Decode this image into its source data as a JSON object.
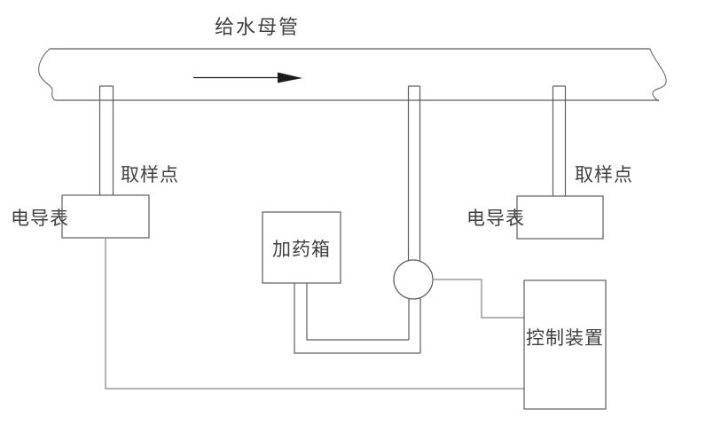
{
  "diagram": {
    "type": "piping-and-control-schematic",
    "labels": {
      "main_pipe": "给水母管",
      "sampling_point_left": "取样点",
      "conductivity_meter_left": "电导表",
      "dosing_tank": "加药箱",
      "conductivity_meter_right": "电导表",
      "sampling_point_right": "取样点",
      "control_device": "控制装置"
    },
    "icons": {
      "flow_arrow": "right-pointing flow direction arrow",
      "pipe_break_left": "break squiggle",
      "pipe_break_right": "break squiggle",
      "dosing_pump": "circle symbol"
    },
    "colors": {
      "background": "#ffffff",
      "pipe_stroke": "#5c5c5c",
      "wire_stroke": "#9a9a9a",
      "arrow_fill": "#1c1c1c",
      "text": "#404040"
    }
  }
}
